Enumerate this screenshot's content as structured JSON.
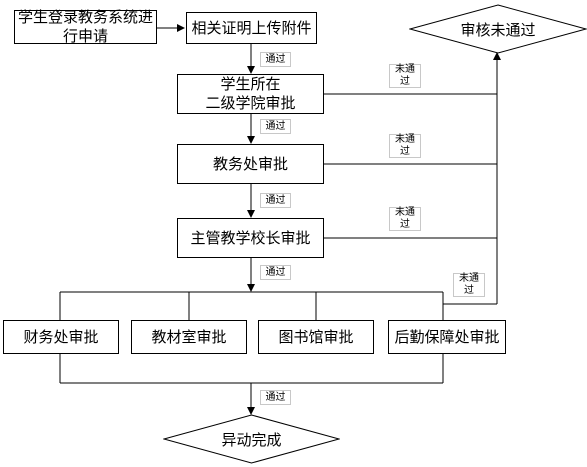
{
  "nodes": {
    "start": "学生登录教务系统进\n行申请",
    "upload": "相关证明上传附件",
    "reject": "审核未通过",
    "college": "学生所在\n二级学院审批",
    "academic": "教务处审批",
    "principal": "主管教学校长审批",
    "finance": "财务处审批",
    "textbook": "教材室审批",
    "library": "图书馆审批",
    "logistics": "后勤保障处审批",
    "done": "异动完成"
  },
  "labels": {
    "pass": "通过",
    "fail": "未通\n过"
  }
}
